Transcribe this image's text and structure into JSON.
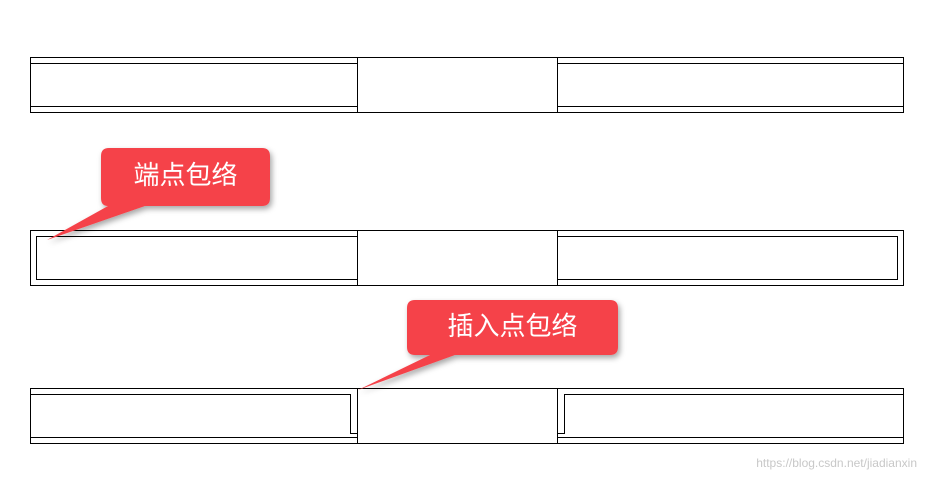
{
  "callouts": [
    {
      "label": "端点包络"
    },
    {
      "label": "插入点包络"
    }
  ],
  "watermark": "https://blog.csdn.net/jiadianxin",
  "colors": {
    "callout": "#f5434a",
    "line": "#000000",
    "watermark": "#c8c8c8"
  }
}
